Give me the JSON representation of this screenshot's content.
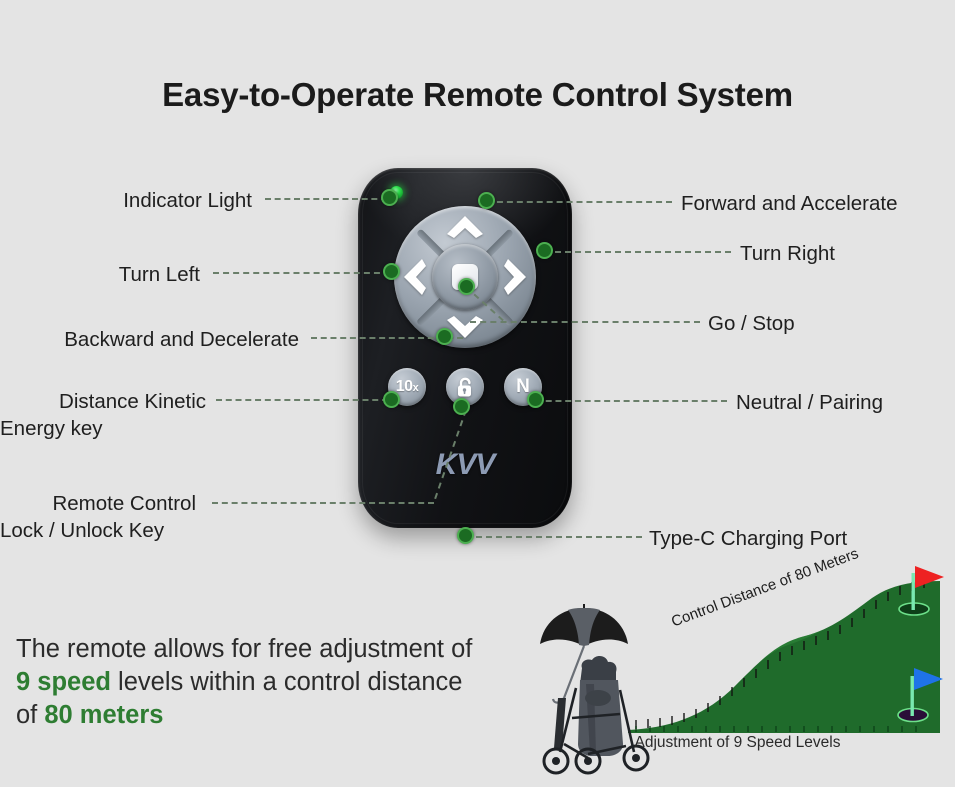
{
  "title": "Easy-to-Operate Remote Control System",
  "remote": {
    "brand": "KVV",
    "indicator_light": "indicator-led",
    "buttons": {
      "ten_x": "10",
      "ten_x_suffix": "x",
      "neutral": "N",
      "lock": "lock-icon",
      "center": "Go / Stop"
    }
  },
  "callouts_left": [
    {
      "id": "indicator-light",
      "label": "Indicator Light"
    },
    {
      "id": "turn-left",
      "label": "Turn Left"
    },
    {
      "id": "backward-decelerate",
      "label": "Backward and Decelerate"
    },
    {
      "id": "distance-kinetic-energy-key",
      "line1": "Distance Kinetic",
      "line2": "Energy key"
    },
    {
      "id": "remote-lock-unlock",
      "line1": "Remote Control",
      "line2": "Lock / Unlock Key"
    }
  ],
  "callouts_right": [
    {
      "id": "forward-accelerate",
      "label": "Forward and Accelerate"
    },
    {
      "id": "turn-right",
      "label": "Turn Right"
    },
    {
      "id": "go-stop",
      "label": "Go / Stop"
    },
    {
      "id": "neutral-pairing",
      "label": "Neutral / Pairing"
    },
    {
      "id": "type-c-charging-port",
      "label": "Type-C Charging Port"
    }
  ],
  "blurb": {
    "line1_part1": "The remote allows for free adjustment of",
    "line2_highlight": "9 speed",
    "line2_rest": " levels within a control distance",
    "line3_prefix": "of ",
    "line3_highlight": "80 meters"
  },
  "golf": {
    "distance_label": "Control Distance of 80 Meters",
    "caption": "Adjustment of 9 Speed Levels",
    "flag_top": "red-flag",
    "flag_bottom": "blue-flag",
    "trolley": "golf-trolley-with-umbrella"
  },
  "colors": {
    "background": "#e4e4e4",
    "accent_green": "#2e7d32",
    "turf_green": "#1f6b2b",
    "connector_dot": "#1b6b22",
    "connector_ring": "#4caf50",
    "leader_line": "#6a7f6a",
    "brand_blue": "#8d9bb4",
    "flag_red": "#ee2222",
    "flag_blue": "#1f73e8"
  }
}
